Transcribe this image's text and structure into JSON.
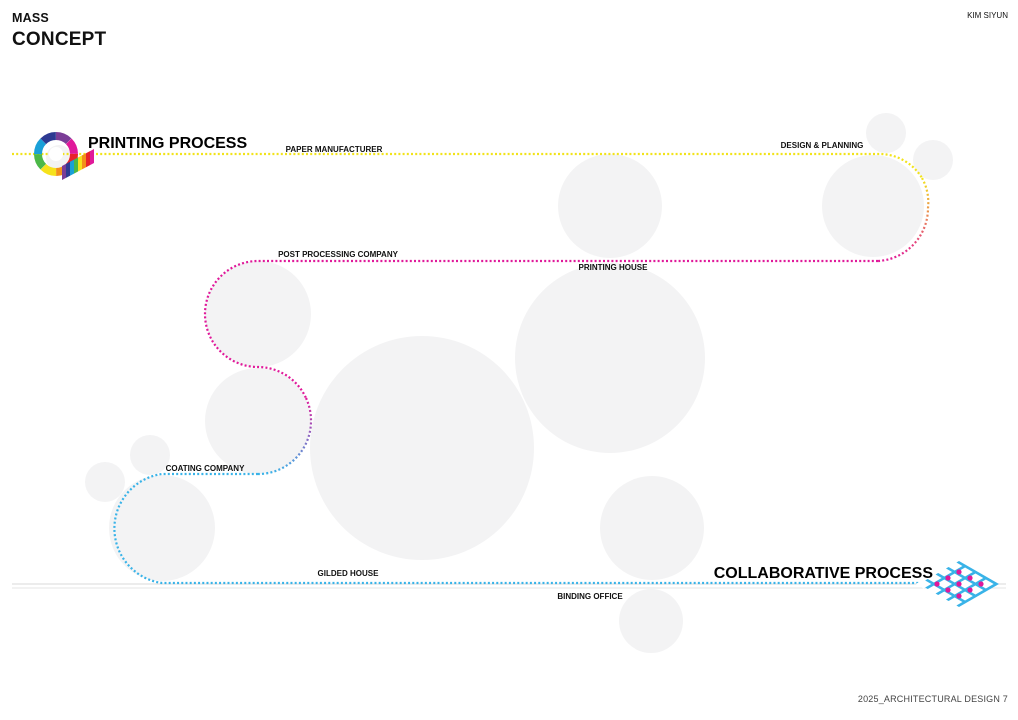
{
  "header": {
    "kicker": "MASS",
    "heading": "CONCEPT",
    "author": "KIM SIYUN"
  },
  "footer": {
    "course": "2025_ARCHITECTURAL DESIGN 7"
  },
  "diagram": {
    "start_label": "PRINTING PROCESS",
    "end_label": "COLLABORATIVE PROCESS",
    "stations": [
      "PAPER MANUFACTURER",
      "DESIGN & PLANNING",
      "POST PROCESSING COMPANY",
      "PRINTING HOUSE",
      "COATING COMPANY",
      "GILDED HOUSE",
      "BINDING OFFICE"
    ]
  },
  "colors": {
    "yellow_route": "#f2e31a",
    "magenta_route": "#e0199a",
    "blue_route": "#39b3e8",
    "mass_circle": "#f3f3f4",
    "baseline": "#d9d9d9"
  },
  "icons": {
    "start": "color-wheel-icon",
    "end": "grid-tile-icon"
  }
}
